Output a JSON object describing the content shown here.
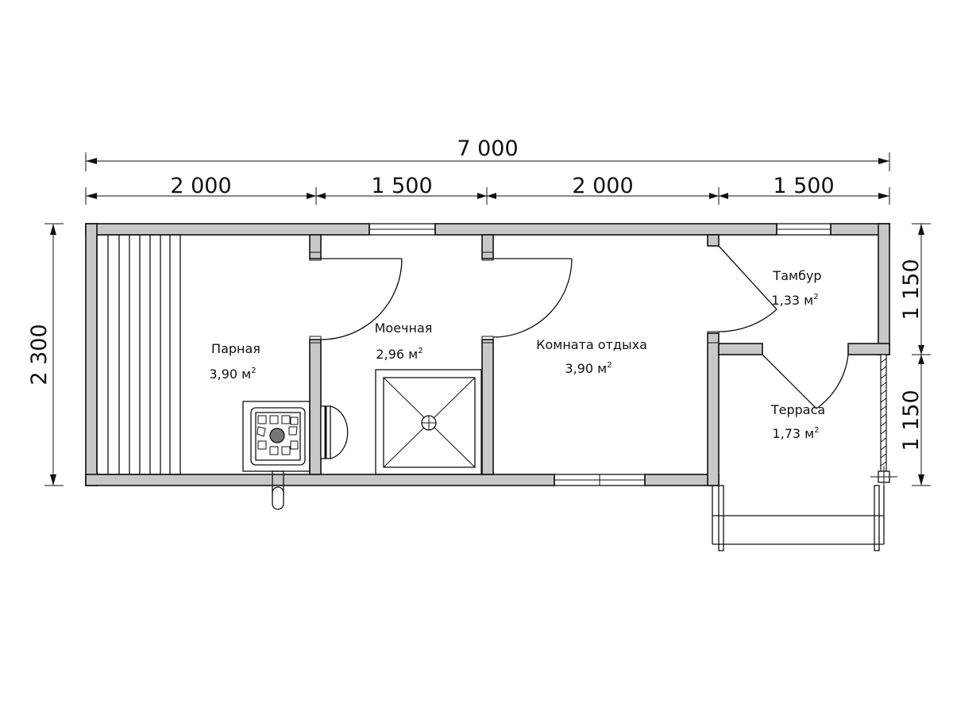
{
  "dimensions": {
    "total_width": "7 000",
    "segments": [
      "2 000",
      "1 500",
      "2 000",
      "1 500"
    ],
    "total_height": "2 300",
    "right_segments": [
      "1 150",
      "1 150"
    ]
  },
  "rooms": [
    {
      "name": "Парная",
      "area": "3,90 м"
    },
    {
      "name": "Моечная",
      "area": "2,96 м"
    },
    {
      "name": "Комната отдыха",
      "area": "3,90 м"
    },
    {
      "name": "Тамбур",
      "area": "1,33 м"
    },
    {
      "name": "Терраса",
      "area": "1,73 м"
    }
  ],
  "area_unit_superscript": "2",
  "colors": {
    "wall_fill": "#c8c8c8",
    "line": "#111111",
    "background": "#ffffff"
  }
}
